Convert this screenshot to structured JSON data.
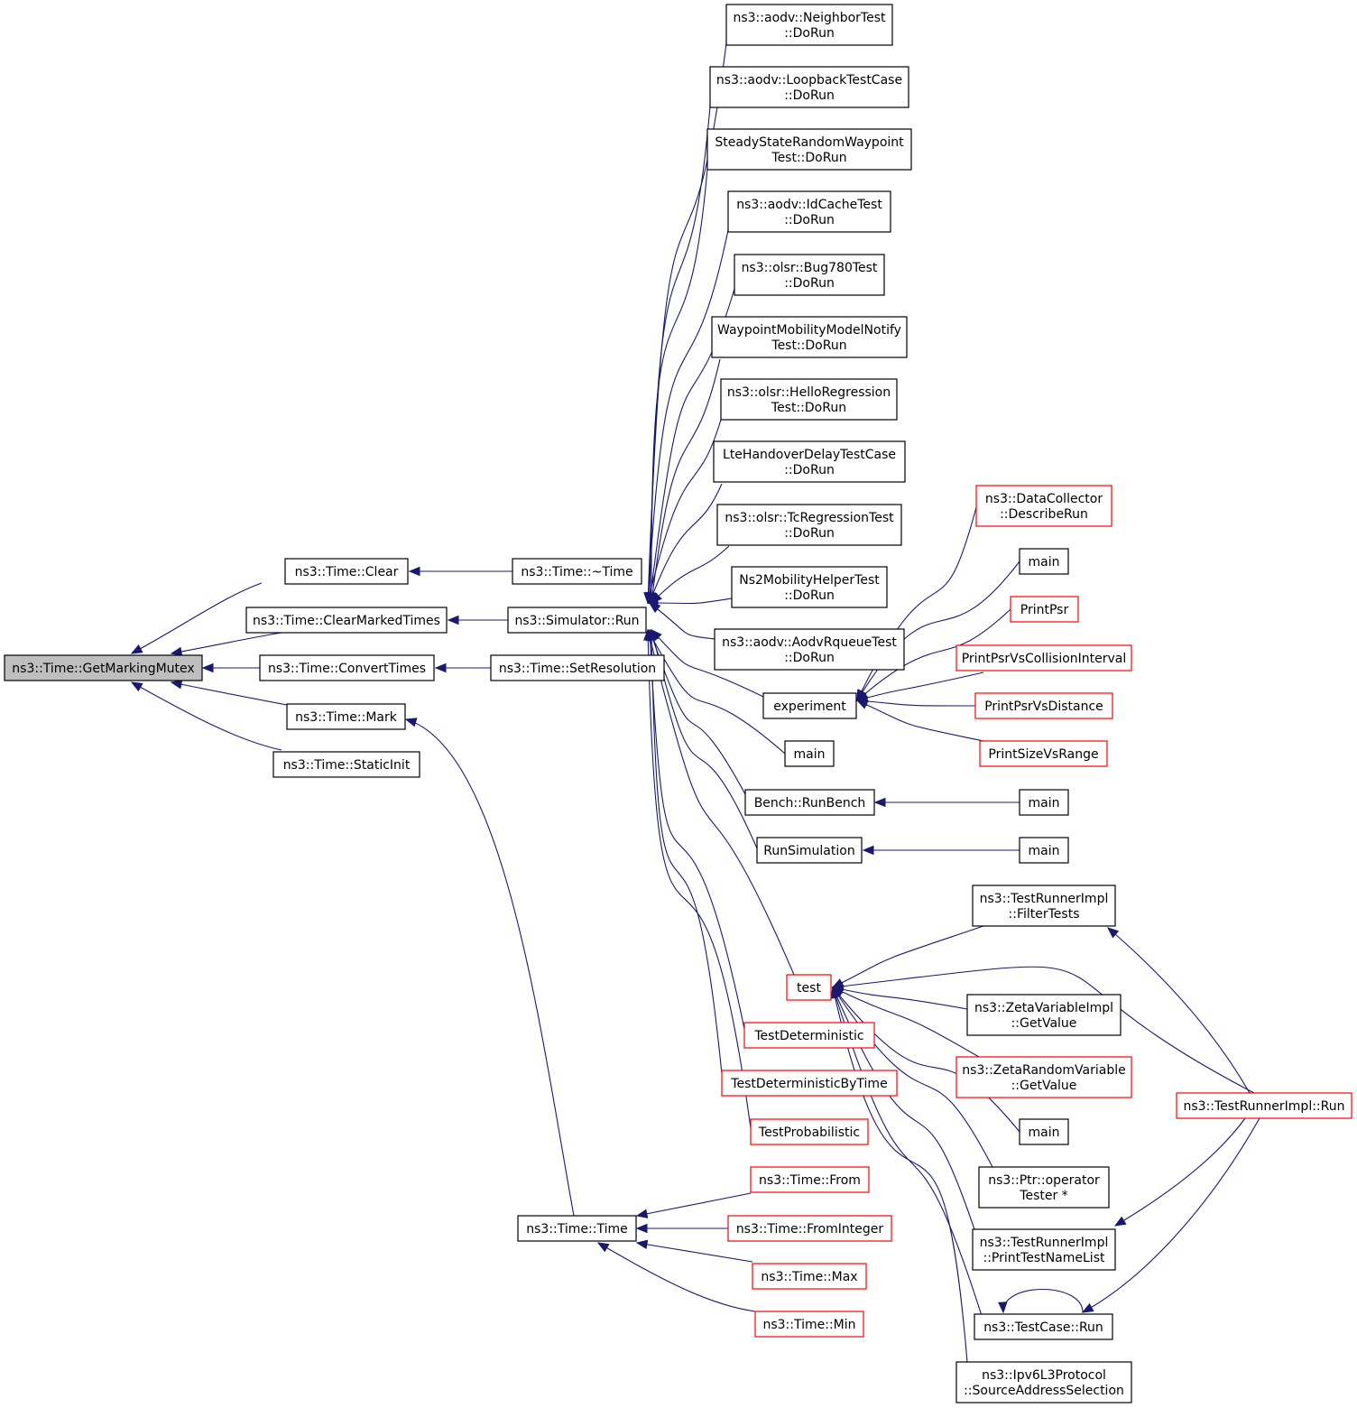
{
  "colors": {
    "edge": "#191970",
    "node_border_default": "#000000",
    "node_border_truncated": "#ff0000",
    "node_fill_root": "#bfbfbf",
    "node_fill_default": "#ffffff"
  },
  "nodes": [
    {
      "id": "root",
      "lines": [
        "ns3::Time::GetMarkingMutex"
      ],
      "style": "root"
    },
    {
      "id": "clear",
      "lines": [
        "ns3::Time::Clear"
      ],
      "style": "default"
    },
    {
      "id": "clearmarked",
      "lines": [
        "ns3::Time::ClearMarkedTimes"
      ],
      "style": "default"
    },
    {
      "id": "converttimes",
      "lines": [
        "ns3::Time::ConvertTimes"
      ],
      "style": "default"
    },
    {
      "id": "mark",
      "lines": [
        "ns3::Time::Mark"
      ],
      "style": "default"
    },
    {
      "id": "staticinit",
      "lines": [
        "ns3::Time::StaticInit"
      ],
      "style": "default"
    },
    {
      "id": "dtor",
      "lines": [
        "ns3::Time::~Time"
      ],
      "style": "default"
    },
    {
      "id": "simrun",
      "lines": [
        "ns3::Simulator::Run"
      ],
      "style": "default"
    },
    {
      "id": "setres",
      "lines": [
        "ns3::Time::SetResolution"
      ],
      "style": "default"
    },
    {
      "id": "timector",
      "lines": [
        "ns3::Time::Time"
      ],
      "style": "default"
    },
    {
      "id": "neighbor",
      "lines": [
        "ns3::aodv::NeighborTest",
        "::DoRun"
      ],
      "style": "default"
    },
    {
      "id": "loopback",
      "lines": [
        "ns3::aodv::LoopbackTestCase",
        "::DoRun"
      ],
      "style": "default"
    },
    {
      "id": "steady",
      "lines": [
        "SteadyStateRandomWaypoint",
        "Test::DoRun"
      ],
      "style": "default"
    },
    {
      "id": "idcache",
      "lines": [
        "ns3::aodv::IdCacheTest",
        "::DoRun"
      ],
      "style": "default"
    },
    {
      "id": "bug780",
      "lines": [
        "ns3::olsr::Bug780Test",
        "::DoRun"
      ],
      "style": "default"
    },
    {
      "id": "waypointnotify",
      "lines": [
        "WaypointMobilityModelNotify",
        "Test::DoRun"
      ],
      "style": "default"
    },
    {
      "id": "hello",
      "lines": [
        "ns3::olsr::HelloRegression",
        "Test::DoRun"
      ],
      "style": "default"
    },
    {
      "id": "ltehandover",
      "lines": [
        "LteHandoverDelayTestCase",
        "::DoRun"
      ],
      "style": "default"
    },
    {
      "id": "tcreg",
      "lines": [
        "ns3::olsr::TcRegressionTest",
        "::DoRun"
      ],
      "style": "default"
    },
    {
      "id": "ns2mob",
      "lines": [
        "Ns2MobilityHelperTest",
        "::DoRun"
      ],
      "style": "default"
    },
    {
      "id": "rqueue",
      "lines": [
        "ns3::aodv::AodvRqueueTest",
        "::DoRun"
      ],
      "style": "default"
    },
    {
      "id": "experiment",
      "lines": [
        "experiment"
      ],
      "style": "default"
    },
    {
      "id": "main_a",
      "lines": [
        "main"
      ],
      "style": "default"
    },
    {
      "id": "runbench",
      "lines": [
        "Bench::RunBench"
      ],
      "style": "default"
    },
    {
      "id": "runsim",
      "lines": [
        "RunSimulation"
      ],
      "style": "default"
    },
    {
      "id": "test",
      "lines": [
        "test"
      ],
      "style": "truncated"
    },
    {
      "id": "testdet",
      "lines": [
        "TestDeterministic"
      ],
      "style": "truncated"
    },
    {
      "id": "testdetbytime",
      "lines": [
        "TestDeterministicByTime"
      ],
      "style": "truncated"
    },
    {
      "id": "testprob",
      "lines": [
        "TestProbabilistic"
      ],
      "style": "truncated"
    },
    {
      "id": "timefrom",
      "lines": [
        "ns3::Time::From"
      ],
      "style": "truncated"
    },
    {
      "id": "timefromint",
      "lines": [
        "ns3::Time::FromInteger"
      ],
      "style": "truncated"
    },
    {
      "id": "timemax",
      "lines": [
        "ns3::Time::Max"
      ],
      "style": "truncated"
    },
    {
      "id": "timemin",
      "lines": [
        "ns3::Time::Min"
      ],
      "style": "truncated"
    },
    {
      "id": "datacollector",
      "lines": [
        "ns3::DataCollector",
        "::DescribeRun"
      ],
      "style": "truncated"
    },
    {
      "id": "main_b",
      "lines": [
        "main"
      ],
      "style": "default"
    },
    {
      "id": "printpsr",
      "lines": [
        "PrintPsr"
      ],
      "style": "truncated"
    },
    {
      "id": "printpsrcoll",
      "lines": [
        "PrintPsrVsCollisionInterval"
      ],
      "style": "truncated"
    },
    {
      "id": "printpsrdist",
      "lines": [
        "PrintPsrVsDistance"
      ],
      "style": "truncated"
    },
    {
      "id": "printsize",
      "lines": [
        "PrintSizeVsRange"
      ],
      "style": "truncated"
    },
    {
      "id": "main_c",
      "lines": [
        "main"
      ],
      "style": "default"
    },
    {
      "id": "main_d",
      "lines": [
        "main"
      ],
      "style": "default"
    },
    {
      "id": "filtertests",
      "lines": [
        "ns3::TestRunnerImpl",
        "::FilterTests"
      ],
      "style": "default"
    },
    {
      "id": "zetavarimpl",
      "lines": [
        "ns3::ZetaVariableImpl",
        "::GetValue"
      ],
      "style": "default"
    },
    {
      "id": "zetarand",
      "lines": [
        "ns3::ZetaRandomVariable",
        "::GetValue"
      ],
      "style": "truncated"
    },
    {
      "id": "main_e",
      "lines": [
        "main"
      ],
      "style": "default"
    },
    {
      "id": "ptrop",
      "lines": [
        "ns3::Ptr::operator",
        "Tester *"
      ],
      "style": "default"
    },
    {
      "id": "printtestnames",
      "lines": [
        "ns3::TestRunnerImpl",
        "::PrintTestNameList"
      ],
      "style": "default"
    },
    {
      "id": "testcaserun",
      "lines": [
        "ns3::TestCase::Run"
      ],
      "style": "default"
    },
    {
      "id": "ipv6sas",
      "lines": [
        "ns3::Ipv6L3Protocol",
        "::SourceAddressSelection"
      ],
      "style": "default"
    },
    {
      "id": "testrunnerrun",
      "lines": [
        "ns3::TestRunnerImpl::Run"
      ],
      "style": "truncated"
    }
  ]
}
